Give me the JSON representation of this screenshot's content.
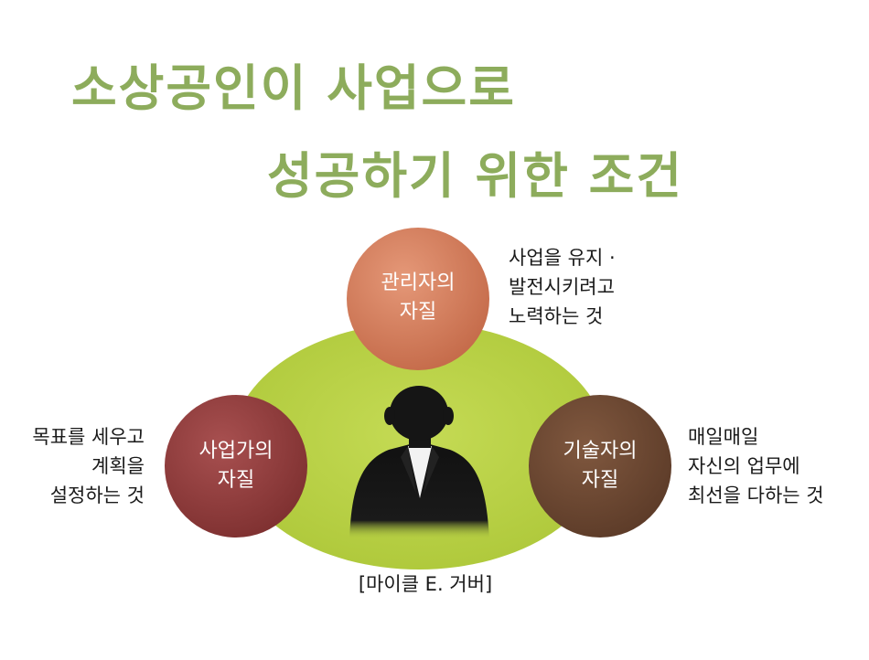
{
  "title": {
    "line1": "소상공인이 사업으로",
    "line2": "성공하기 위한 조건"
  },
  "circles": {
    "manager": {
      "line1": "관리자의",
      "line2": "자질",
      "color": "#d07a5a"
    },
    "entrepreneur": {
      "line1": "사업가의",
      "line2": "자질",
      "color": "#8e3b3b"
    },
    "technician": {
      "line1": "기술자의",
      "line2": "자질",
      "color": "#6b4733"
    }
  },
  "descriptions": {
    "manager": [
      "사업을 유지 ·",
      "발전시키려고",
      "노력하는 것"
    ],
    "entrepreneur": [
      "목표를 세우고",
      "계획을",
      "설정하는 것"
    ],
    "technician": [
      "매일매일",
      "자신의 업무에",
      "최선을 다하는 것"
    ]
  },
  "caption": "[마이클 E. 거버]",
  "colors": {
    "title": "#8dac5c",
    "ellipse": "#b8d243"
  }
}
